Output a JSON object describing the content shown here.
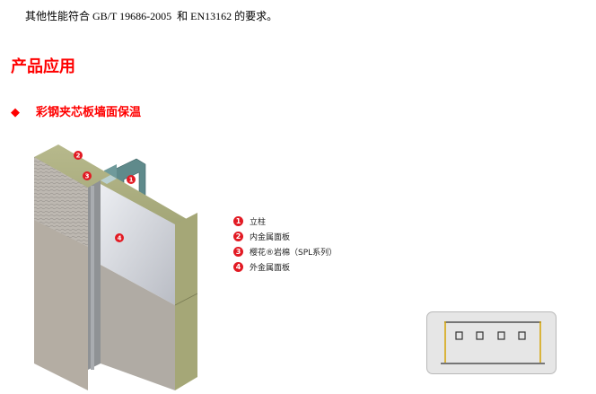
{
  "intro_text": "其他性能符合 GB/T 19686-2005  和 EN13162 的要求。",
  "section": {
    "title": "产品应用",
    "subsection": {
      "bullet": "◆",
      "title": "彩钢夹芯板墙面保温"
    }
  },
  "figure": {
    "markers": [
      "1",
      "2",
      "3",
      "4"
    ]
  },
  "legend": {
    "items": [
      {
        "num": "1",
        "label": "立柱"
      },
      {
        "num": "2",
        "label": "内金属面板"
      },
      {
        "num": "3",
        "label": "樱花®岩棉（SPL系列）"
      },
      {
        "num": "4",
        "label": "外金属面板"
      }
    ]
  },
  "colors": {
    "accent_red": "#ff0000",
    "marker_red": "#e21a23",
    "rockwool": "#aeb083",
    "steel_post": "#5f8a8b",
    "panel_silver": "#d4d6dc",
    "panel_beige": "#b1aca4",
    "frame_yellow": "#d6a812"
  }
}
